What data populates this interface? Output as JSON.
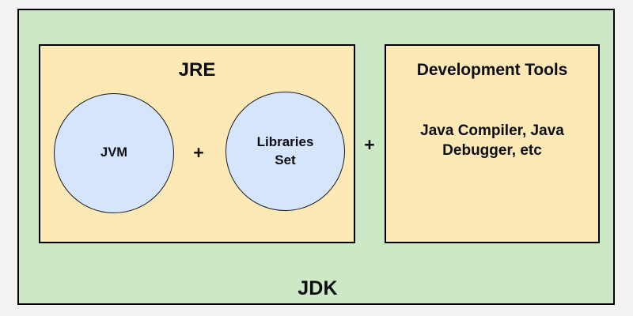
{
  "diagram": {
    "title": "JDK / JRE composition diagram",
    "background_color": "#f2f2f0",
    "outer": {
      "label": "JDK",
      "fill_color": "#cde8c4",
      "border_color": "#000000"
    },
    "panels": [
      {
        "id": "jre",
        "title": "JRE",
        "fill_color": "#fde9b5",
        "border_color": "#000000",
        "circles": [
          {
            "id": "jvm",
            "label": "JVM",
            "fill_color": "#d4e5fc",
            "border_color": "#1a1a22"
          },
          {
            "id": "libraries-set",
            "label": "Libraries\nSet",
            "fill_color": "#d4e5fc",
            "border_color": "#1a1a22"
          }
        ],
        "operator": "+"
      },
      {
        "id": "development-tools",
        "title": "Development Tools",
        "body": "Java Compiler, Java\nDebugger, etc",
        "fill_color": "#fde9b5",
        "border_color": "#000000"
      }
    ],
    "outer_operator": "+"
  }
}
